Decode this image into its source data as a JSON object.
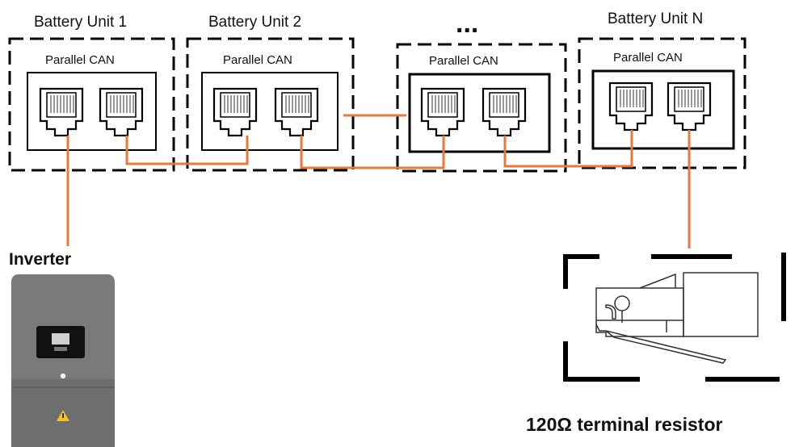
{
  "units": [
    {
      "title": "Battery Unit 1",
      "can_label": "Parallel CAN"
    },
    {
      "title": "Battery Unit 2",
      "can_label": "Parallel CAN"
    },
    {
      "title": "",
      "can_label": "Parallel CAN"
    },
    {
      "title": "Battery Unit N",
      "can_label": "Parallel CAN"
    }
  ],
  "ellipsis": "...",
  "inverter": {
    "label": "Inverter",
    "screen_icon": "display-icon",
    "warning_icon": "warning-triangle-icon"
  },
  "resistor": {
    "label": "120Ω terminal resistor"
  },
  "colors": {
    "cable": "#e8793a",
    "inverter_body": "#6e6e6e",
    "warning": "#f5c518"
  }
}
